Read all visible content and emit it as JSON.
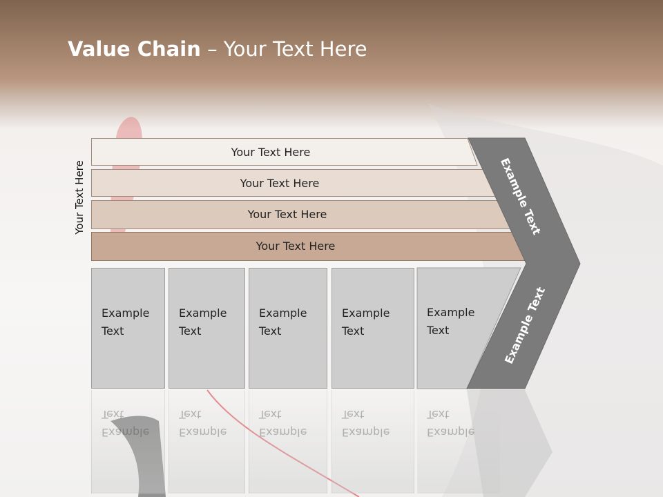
{
  "title": {
    "bold": "Value Chain",
    "rest": " – Your Text Here"
  },
  "vertical_label": "Your Text Here",
  "bands": [
    {
      "label": "Your Text Here",
      "color": "#f3efeb"
    },
    {
      "label": "Your Text Here",
      "color": "#e9ddd3"
    },
    {
      "label": "Your Text Here",
      "color": "#dccbbd"
    },
    {
      "label": "Your Text Here",
      "color": "#c7a996"
    }
  ],
  "boxes": [
    {
      "line1": "Example",
      "line2": "Text"
    },
    {
      "line1": "Example",
      "line2": "Text"
    },
    {
      "line1": "Example",
      "line2": "Text"
    },
    {
      "line1": "Example",
      "line2": "Text"
    },
    {
      "line1": "Example",
      "line2": "Text"
    }
  ],
  "chevron": {
    "upper_label": "Example Text",
    "lower_label": "Example Text",
    "color": "#7b7b7b"
  }
}
